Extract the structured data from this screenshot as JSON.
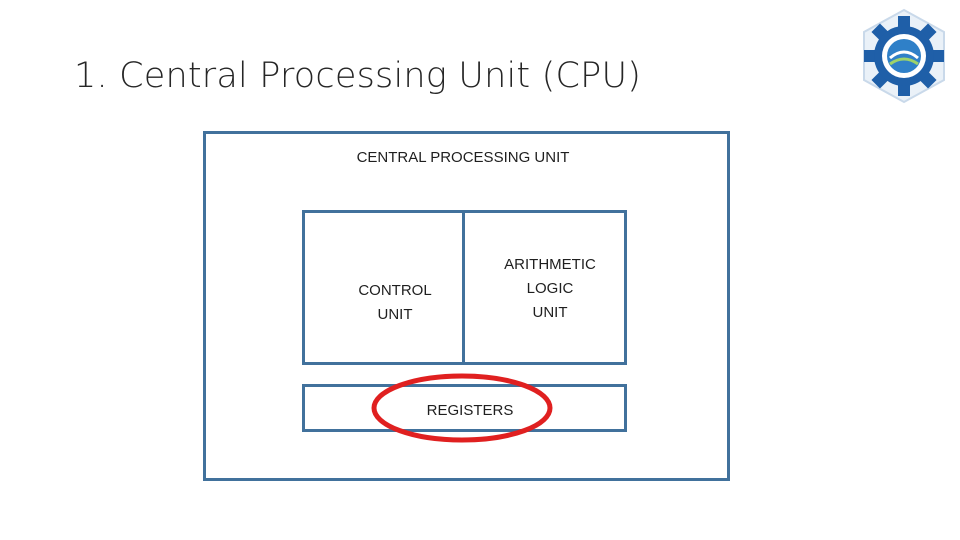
{
  "slide": {
    "title": "1. Central Processing Unit (CPU)"
  },
  "diagram": {
    "outer_label": "CENTRAL PROCESSING UNIT",
    "control_unit": {
      "line1": "CONTROL",
      "line2": "UNIT"
    },
    "alu": {
      "line1": "ARITHMETIC",
      "line2": "LOGIC",
      "line3": "UNIT"
    },
    "registers_label": "REGISTERS"
  },
  "colors": {
    "box_border": "#41719c",
    "highlight": "#e02020",
    "logo_blue": "#1f5fa8"
  },
  "icons": {
    "logo": "gear-emblem-logo"
  }
}
